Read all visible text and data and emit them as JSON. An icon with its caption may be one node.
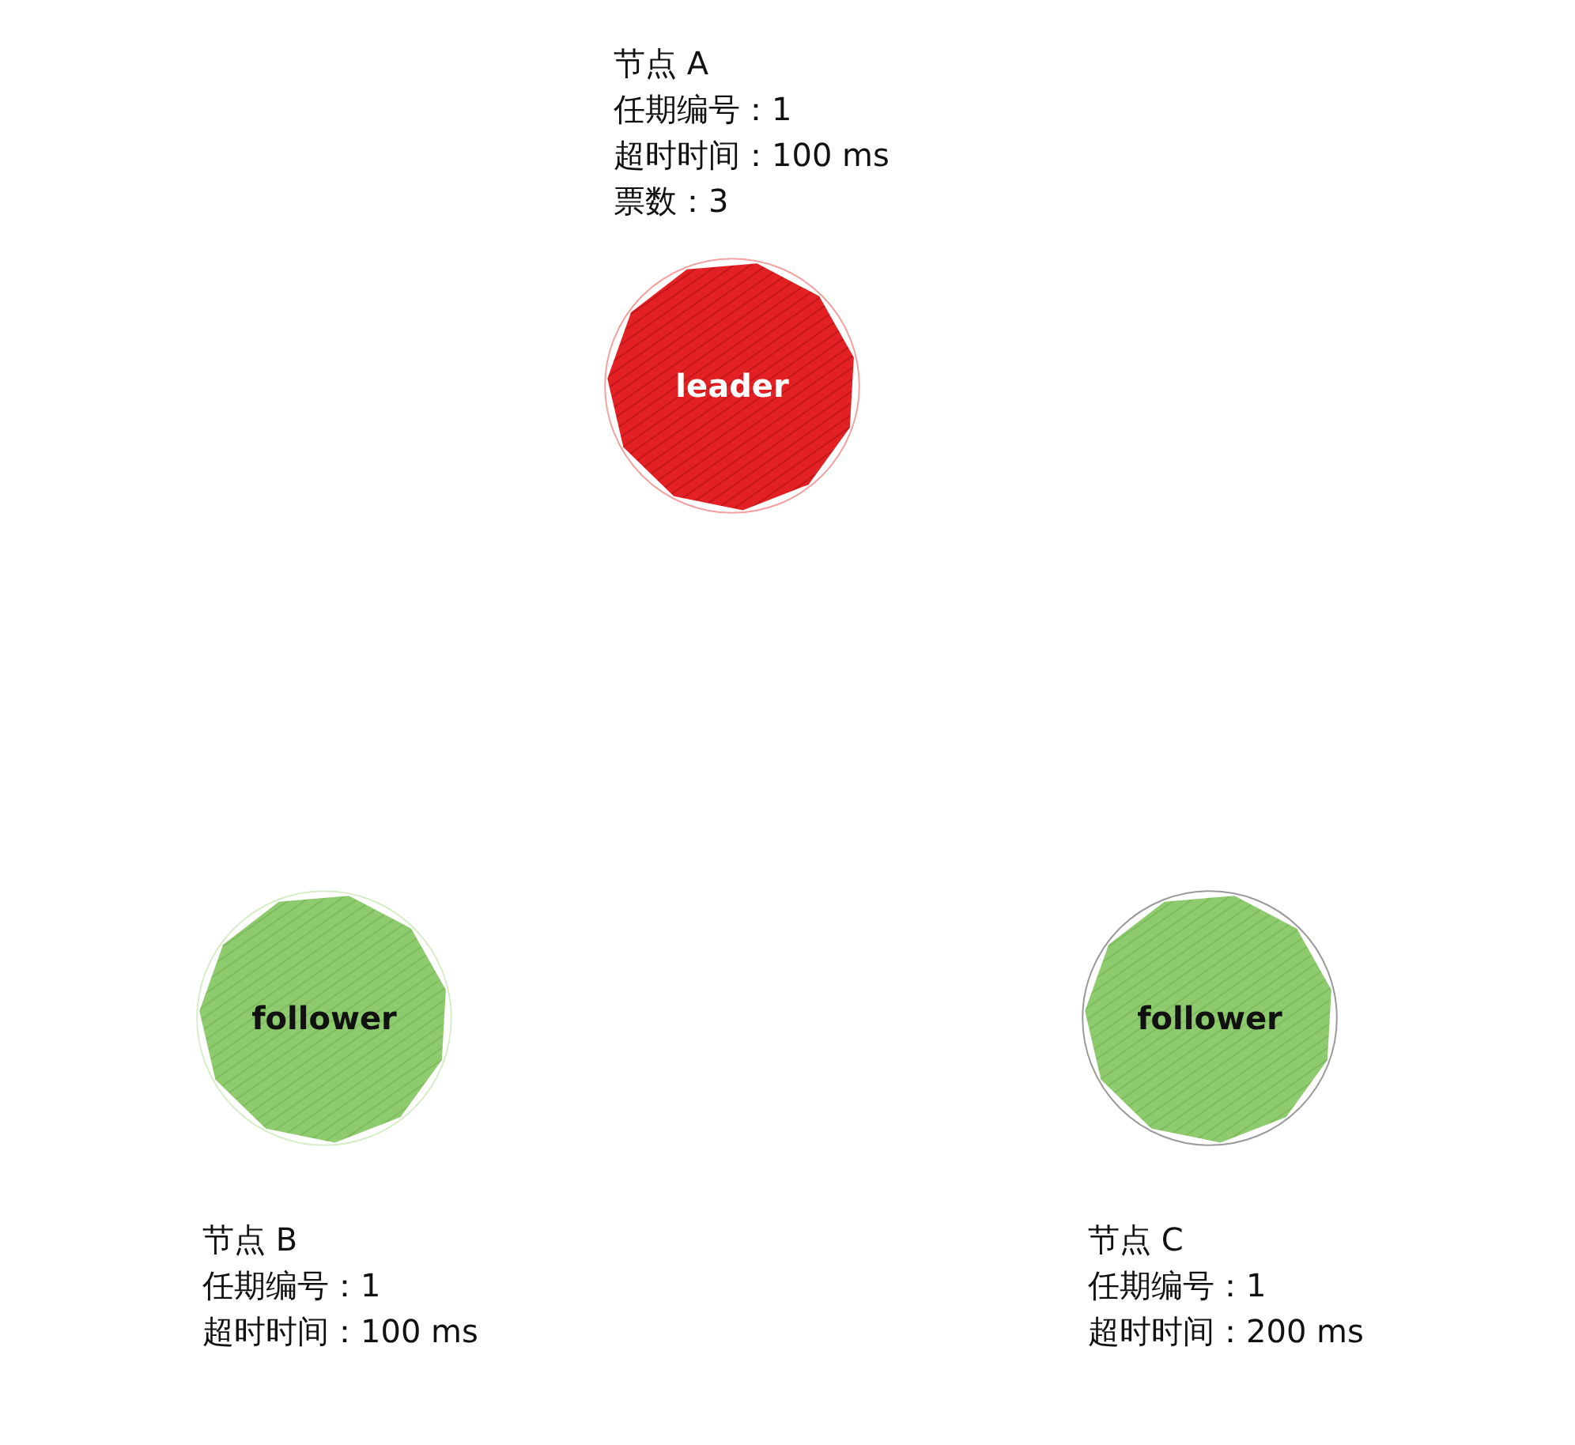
{
  "diagram": {
    "nodes": [
      {
        "text": [
          "leader"
        ],
        "beside": [
          "节点 A",
          "任期编号：1",
          "超时时间：100 ms",
          "票数：3"
        ]
      },
      {
        "text": [
          "follower"
        ],
        "beside": [
          "节点 B",
          "任期编号：1",
          "超时时间：100 ms"
        ]
      },
      {
        "text": [
          "follower"
        ],
        "beside": [
          "节点 C",
          "任期编号：1",
          "超时时间：200 ms"
        ]
      }
    ]
  }
}
